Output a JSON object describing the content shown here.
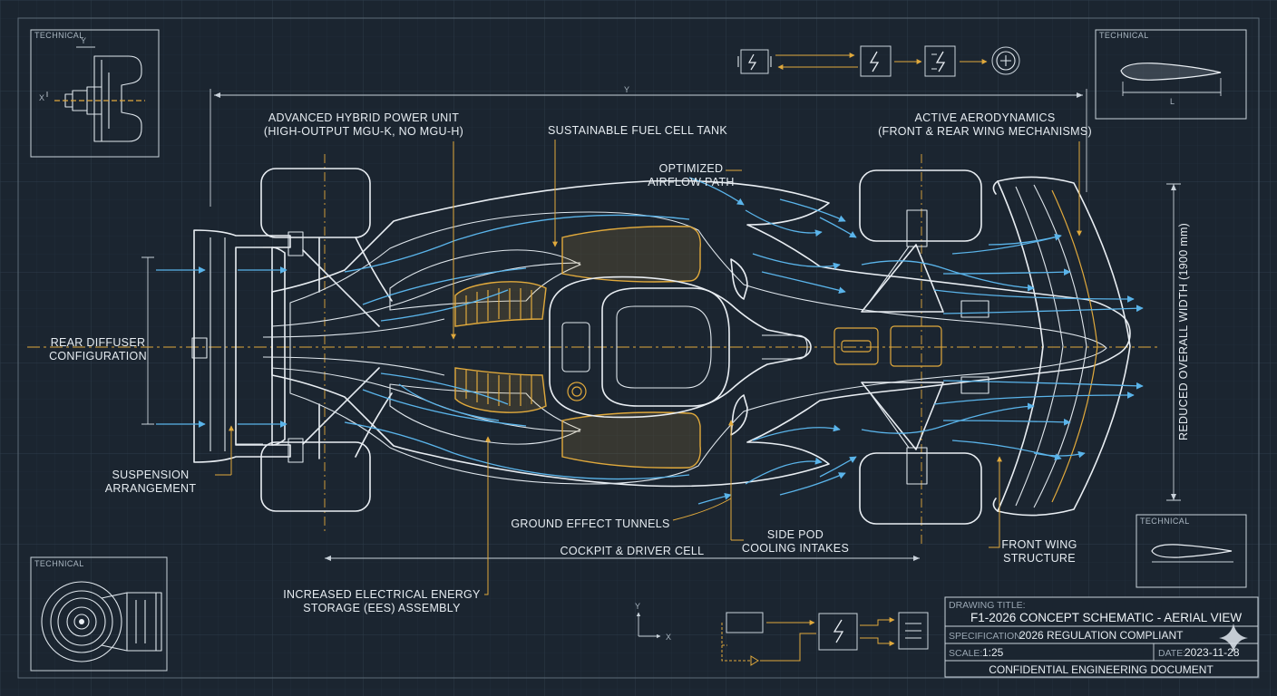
{
  "colors": {
    "background": "#1b2530",
    "grid": "#2a3845",
    "linework": "#e9eef3",
    "airflow": "#5ab4ea",
    "highlight": "#e0a93c"
  },
  "labels": {
    "power_unit_1": "ADVANCED HYBRID POWER UNIT",
    "power_unit_2": "(HIGH-OUTPUT MGU-K, NO MGU-H)",
    "fuel_tank": "SUSTAINABLE FUEL CELL TANK",
    "airflow_1": "OPTIMIZED",
    "airflow_2": "AIRFLOW PATH",
    "aero_1": "ACTIVE AERODYNAMICS",
    "aero_2": "(FRONT & REAR WING MECHANISMS)",
    "diffuser_1": "REAR DIFFUSER",
    "diffuser_2": "CONFIGURATION",
    "suspension_1": "SUSPENSION",
    "suspension_2": "ARRANGEMENT",
    "ground_effect": "GROUND EFFECT TUNNELS",
    "sidepod_1": "SIDE POD",
    "sidepod_2": "COOLING INTAKES",
    "cockpit": "COCKPIT & DRIVER CELL",
    "ees_1": "INCREASED ELECTRICAL ENERGY",
    "ees_2": "STORAGE (EES) ASSEMBLY",
    "front_wing_1": "FRONT WING",
    "front_wing_2": "STRUCTURE",
    "width_dim": "REDUCED OVERALL WIDTH (1900 mm)",
    "length_dim": "Y"
  },
  "insets": {
    "technical": "TECHNICAL",
    "axis_y": "Y",
    "axis_x": "X",
    "axis_l": "L"
  },
  "axes": {
    "y": "Y",
    "x": "X"
  },
  "title_block": {
    "drawing_title_label": "DRAWING TITLE:",
    "drawing_title": "F1-2026 CONCEPT SCHEMATIC - AERIAL VIEW",
    "spec_label": "SPECIFICATION:",
    "spec_value": "2026 REGULATION COMPLIANT",
    "scale_label": "SCALE:",
    "scale_value": "1:25",
    "date_label": "DATE:",
    "date_value": "2023-11-28",
    "footer": "CONFIDENTIAL ENGINEERING DOCUMENT"
  },
  "icons": [
    "motor-icon",
    "lightning-icon",
    "battery-icon",
    "wheel-icon",
    "module-icon",
    "stack-icon",
    "sparkle-icon"
  ]
}
